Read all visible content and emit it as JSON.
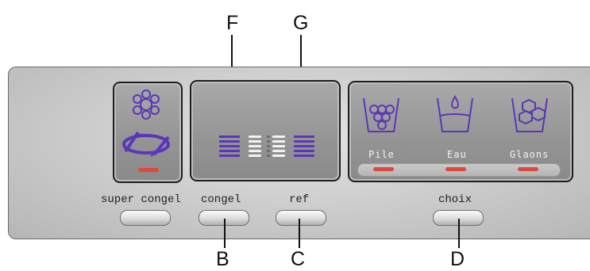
{
  "callouts": {
    "f": "F",
    "g": "G",
    "b": "B",
    "c": "C",
    "d": "D"
  },
  "buttons": {
    "super_congel": "super congel",
    "congel": "congel",
    "ref": "ref",
    "choix": "choix"
  },
  "dispenser": {
    "pile": "Pile",
    "eau": "Eau",
    "glaons": "Glaons"
  },
  "freezer_level_bars": 5,
  "fridge_level_bars": 5,
  "colors": {
    "icon": "#5b36b8",
    "led": "#e0473d",
    "screen": "#9a9a9a"
  },
  "icons": [
    "snowflake-icon",
    "super-freeze-swirl-icon",
    "ice-cubes-cup-icon",
    "water-cup-icon",
    "glaons-cup-icon"
  ]
}
